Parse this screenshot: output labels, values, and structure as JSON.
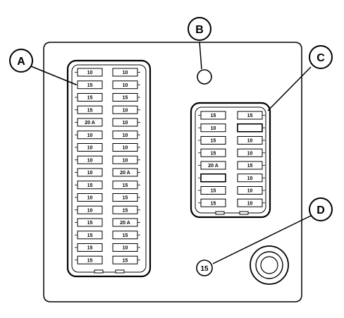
{
  "callouts": {
    "a": "A",
    "b": "B",
    "c": "C",
    "d": "D"
  },
  "left_block": {
    "left_column": [
      "10",
      "15",
      "15",
      "15",
      "20 A",
      "10",
      "10",
      "10",
      "10",
      "15",
      "10",
      "10",
      "15",
      "15",
      "15",
      "15"
    ],
    "right_column": [
      "10",
      "10",
      "15",
      "10",
      "10",
      "10",
      "10",
      "10",
      "20 A",
      "15",
      "15",
      "15",
      "20 A",
      "15",
      "10",
      "15"
    ]
  },
  "right_block": {
    "left_column": [
      "15",
      "10",
      "15",
      "15",
      "20 A",
      "",
      "15",
      "15"
    ],
    "right_column": [
      "15",
      "",
      "10",
      "10",
      "15",
      "10",
      "10",
      "10"
    ]
  },
  "loose_fuse": "15"
}
